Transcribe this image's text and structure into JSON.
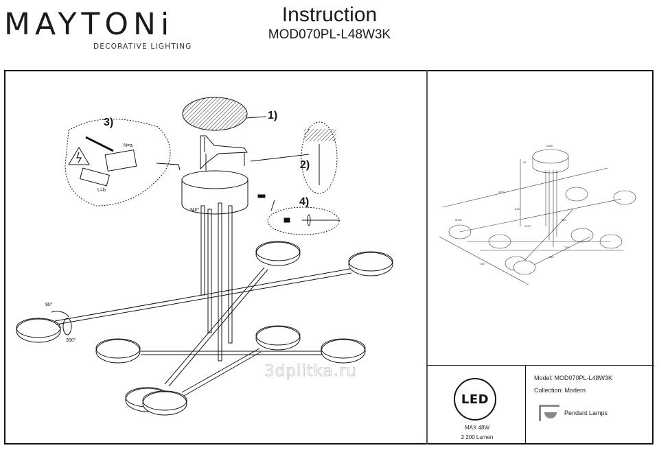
{
  "brand": {
    "name": "MAYTONi",
    "tagline": "DECORATIVE LIGHTING"
  },
  "header": {
    "title": "Instruction",
    "model": "MOD070PL-L48W3K"
  },
  "steps": [
    {
      "label": "1)"
    },
    {
      "label": "2)"
    },
    {
      "label": "3)"
    },
    {
      "label": "4)"
    }
  ],
  "wiring": {
    "neutral": "N=a",
    "live": "L=b"
  },
  "rotation": {
    "canopy": "340°",
    "tilt": "90°",
    "spin": "350°"
  },
  "dimensions": {
    "canopy_diameter": "Ø160",
    "canopy_height": "55",
    "span": "1670",
    "height": "818",
    "lamp_diameter": "Ø120",
    "lower_span": "1070",
    "diag_1": "860",
    "diag_2": "726",
    "diag_3": "560",
    "diag_4": "550"
  },
  "specs": {
    "badge": "LED",
    "power": "MAX 48W",
    "lumen": "2 200 Lumen"
  },
  "info": {
    "model": "Model: MOD070PL-L48W3K",
    "collection": "Collection: Modern",
    "category": "Pendant Lamps"
  },
  "watermark": "3dplitka.ru"
}
